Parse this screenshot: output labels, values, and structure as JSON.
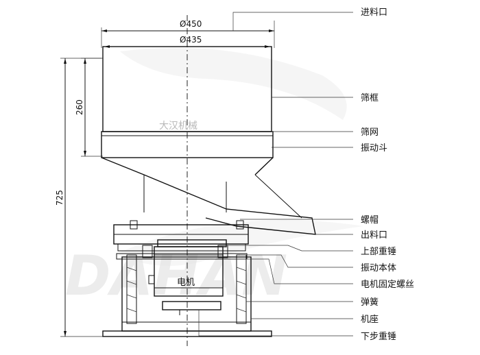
{
  "labels": {
    "feed_inlet": "进料口",
    "screen_frame": "筛框",
    "screen_mesh": "筛网",
    "vibrating_hopper": "振动斗",
    "nut_cap": "螺帽",
    "outlet": "出料口",
    "upper_weight": "上部重锤",
    "vibrating_body": "振动本体",
    "motor_bolt": "电机固定螺丝",
    "spring": "弹簧",
    "base": "机座",
    "lower_weight": "下步重锤"
  },
  "dimensions": {
    "outer_diameter": "Ø450",
    "inner_diameter": "Ø435",
    "frame_height": "260",
    "total_height": "725"
  },
  "motor_label": "电机",
  "watermark": {
    "cn": "大汉机械",
    "en": "DAHAN"
  }
}
